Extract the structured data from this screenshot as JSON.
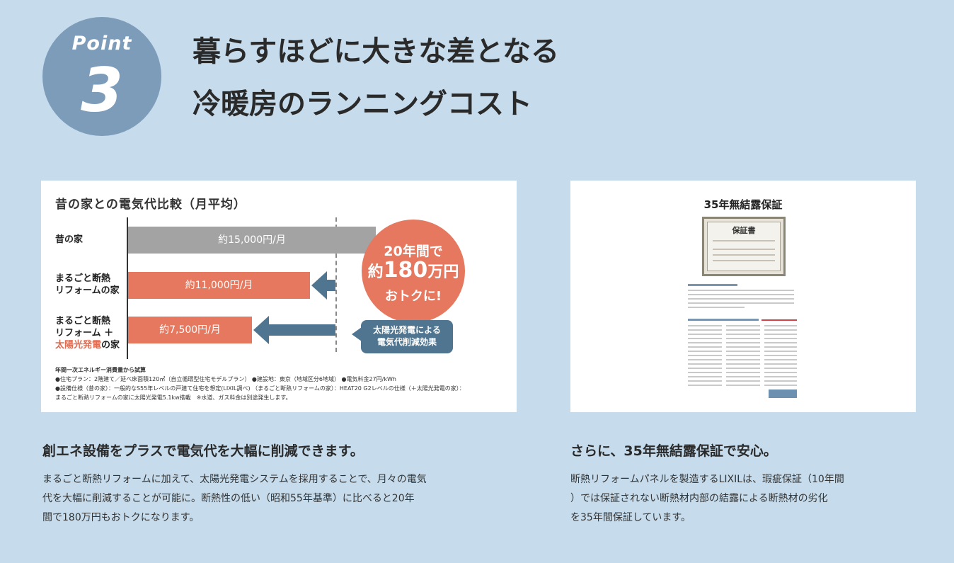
{
  "badge": {
    "word": "Point",
    "number": "3"
  },
  "title": {
    "line1": "暮らすほどに大きな差となる",
    "line2": "冷暖房のランニングコスト"
  },
  "chart_data": {
    "type": "bar",
    "title": "昔の家との電気代比較（月平均）",
    "categories": [
      "昔の家",
      "まるごと断熱リフォームの家",
      "まるごと断熱リフォーム＋太陽光発電の家"
    ],
    "values": [
      15000,
      11000,
      7500
    ],
    "value_labels": [
      "約15,000円/月",
      "約11,000円/月",
      "約7,500円/月"
    ],
    "xlim": [
      0,
      15000
    ],
    "callout": {
      "line1": "20年間で",
      "line2_prefix": "約",
      "line2_number": "180",
      "line2_suffix": "万円",
      "line3": "おトクに!"
    },
    "solar_note": {
      "line1": "太陽光発電による",
      "line2": "電気代削減効果"
    },
    "row_labels": {
      "r1": "昔の家",
      "r2a": "まるごと断熱",
      "r2b": "リフォームの家",
      "r3a": "まるごと断熱",
      "r3b": "リフォーム ＋",
      "r3c": "太陽光発電",
      "r3d": "の家"
    },
    "footnotes": [
      "年間一次エネルギー消費量から試算",
      "●住宅プラン：2階建て／延べ床面積120㎡（自立循環型住宅モデルプラン） ●建設地：東京（地域区分6地域） ●電気料金27円/kWh",
      "●設備仕様（昔の家）：一般的なS55年レベルの戸建て住宅を想定(LIXIL調べ) （まるごと断熱リフォームの家）：HEAT20 G2レベルの仕様（＋太陽光発電の家）：",
      "まるごと断熱リフォームの家に太陽光発電5.1kw搭載　※水道、ガス料金は別途発生します。"
    ]
  },
  "doc": {
    "title": "35年無結露保証",
    "cert_title": "保証書"
  },
  "left_section": {
    "heading": "創エネ設備をプラスで電気代を大幅に削減できます。",
    "lines": [
      "まるごと断熱リフォームに加えて、太陽光発電システムを採用することで、月々の電気",
      "代を大幅に削減することが可能に。断熱性の低い（昭和55年基準）に比べると20年",
      "間で180万円もおトクになります。"
    ]
  },
  "right_section": {
    "heading": "さらに、35年無結露保証で安心。",
    "lines": [
      "断熱リフォームパネルを製造するLIXILは、瑕疵保証（10年間",
      "）では保証されない断熱材内部の結露による断熱材の劣化",
      "を35年間保証しています。"
    ]
  },
  "colors": {
    "background": "#c6dcec",
    "badge": "#7c9cba",
    "orange": "#e5785e",
    "gray": "#a3a3a3",
    "navy": "#4f7590"
  }
}
